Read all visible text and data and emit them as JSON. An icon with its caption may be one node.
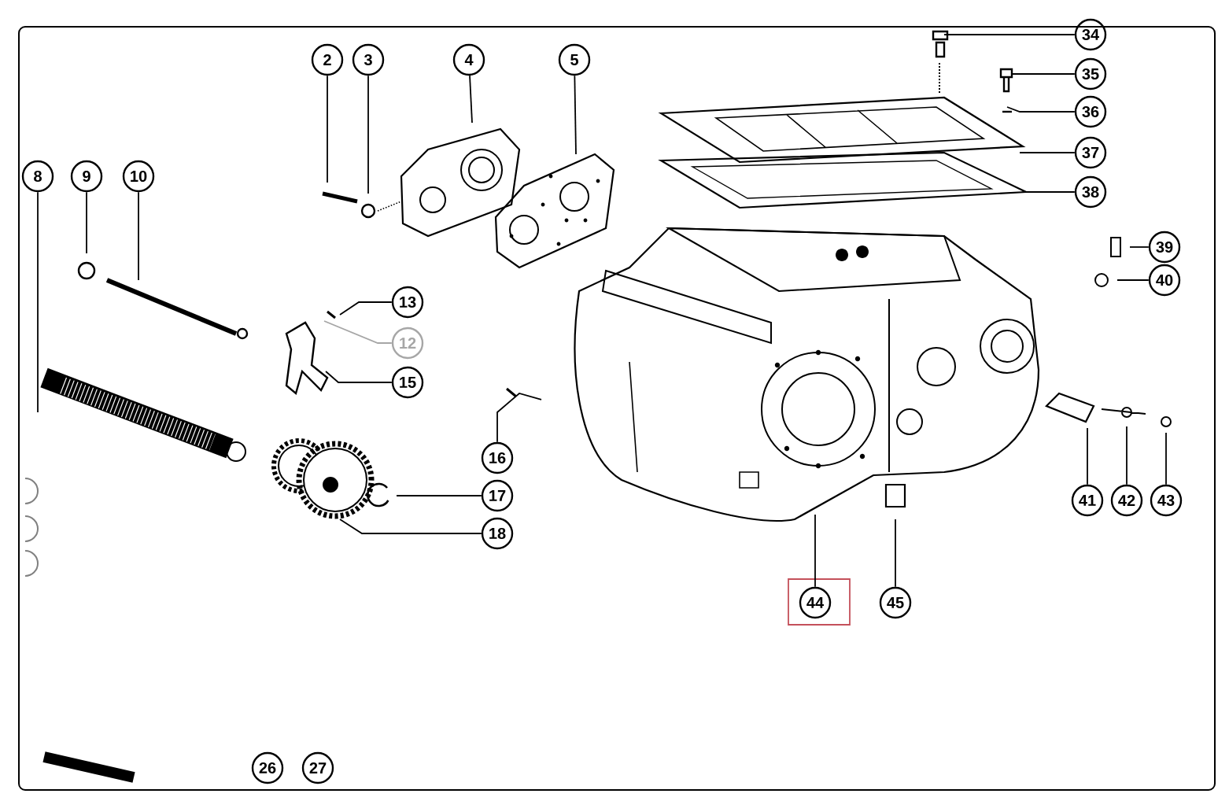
{
  "diagram": {
    "nodes": [
      {
        "text": [
          "34"
        ]
      },
      {
        "text": [
          "2"
        ]
      },
      {
        "text": [
          "3"
        ]
      },
      {
        "text": [
          "4"
        ]
      },
      {
        "text": [
          "5"
        ]
      },
      {
        "text": [
          "35"
        ]
      },
      {
        "text": [
          "36"
        ]
      },
      {
        "text": [
          "37"
        ]
      },
      {
        "text": [
          "8"
        ]
      },
      {
        "text": [
          "9"
        ]
      },
      {
        "text": [
          "10"
        ]
      },
      {
        "text": [
          "38"
        ]
      },
      {
        "text": [
          "39"
        ]
      },
      {
        "text": [
          "40"
        ]
      },
      {
        "text": [
          "13"
        ]
      },
      {
        "text": [
          "12"
        ]
      },
      {
        "text": [
          "15"
        ]
      },
      {
        "text": [
          "16"
        ]
      },
      {
        "text": [
          "17"
        ]
      },
      {
        "text": [
          "41"
        ]
      },
      {
        "text": [
          "42"
        ]
      },
      {
        "text": [
          "43"
        ]
      },
      {
        "text": [
          "18"
        ]
      },
      {
        "text": [
          "44"
        ]
      },
      {
        "text": [
          "45"
        ]
      },
      {
        "text": [
          "26"
        ]
      },
      {
        "text": [
          "27"
        ]
      }
    ],
    "edges": [
      {
        "from": 0,
        "to": null,
        "arrow": "none"
      },
      {
        "from": 1,
        "to": null,
        "arrow": "none"
      },
      {
        "from": 2,
        "to": null,
        "arrow": "none"
      },
      {
        "from": 3,
        "to": null,
        "arrow": "none"
      },
      {
        "from": 4,
        "to": null,
        "arrow": "none"
      },
      {
        "from": 5,
        "to": null,
        "arrow": "none"
      },
      {
        "from": 6,
        "to": null,
        "arrow": "none"
      },
      {
        "from": 7,
        "to": null,
        "arrow": "none"
      },
      {
        "from": 8,
        "to": null,
        "arrow": "none"
      },
      {
        "from": 9,
        "to": null,
        "arrow": "none"
      },
      {
        "from": 10,
        "to": null,
        "arrow": "none"
      },
      {
        "from": 11,
        "to": null,
        "arrow": "none"
      },
      {
        "from": 12,
        "to": null,
        "arrow": "none"
      },
      {
        "from": 13,
        "to": null,
        "arrow": "none"
      },
      {
        "from": 14,
        "to": null,
        "arrow": "none"
      },
      {
        "from": 15,
        "to": null,
        "arrow": "none",
        "color": "#a6a6a6"
      },
      {
        "from": 16,
        "to": null,
        "arrow": "none"
      },
      {
        "from": 17,
        "to": null,
        "arrow": "none"
      },
      {
        "from": 18,
        "to": null,
        "arrow": "none"
      },
      {
        "from": 19,
        "to": null,
        "arrow": "none"
      },
      {
        "from": 20,
        "to": null,
        "arrow": "none"
      },
      {
        "from": 21,
        "to": null,
        "arrow": "none"
      },
      {
        "from": 22,
        "to": null,
        "arrow": "none"
      },
      {
        "from": 23,
        "to": null,
        "arrow": "none"
      },
      {
        "from": 24,
        "to": null,
        "arrow": "none"
      }
    ]
  }
}
